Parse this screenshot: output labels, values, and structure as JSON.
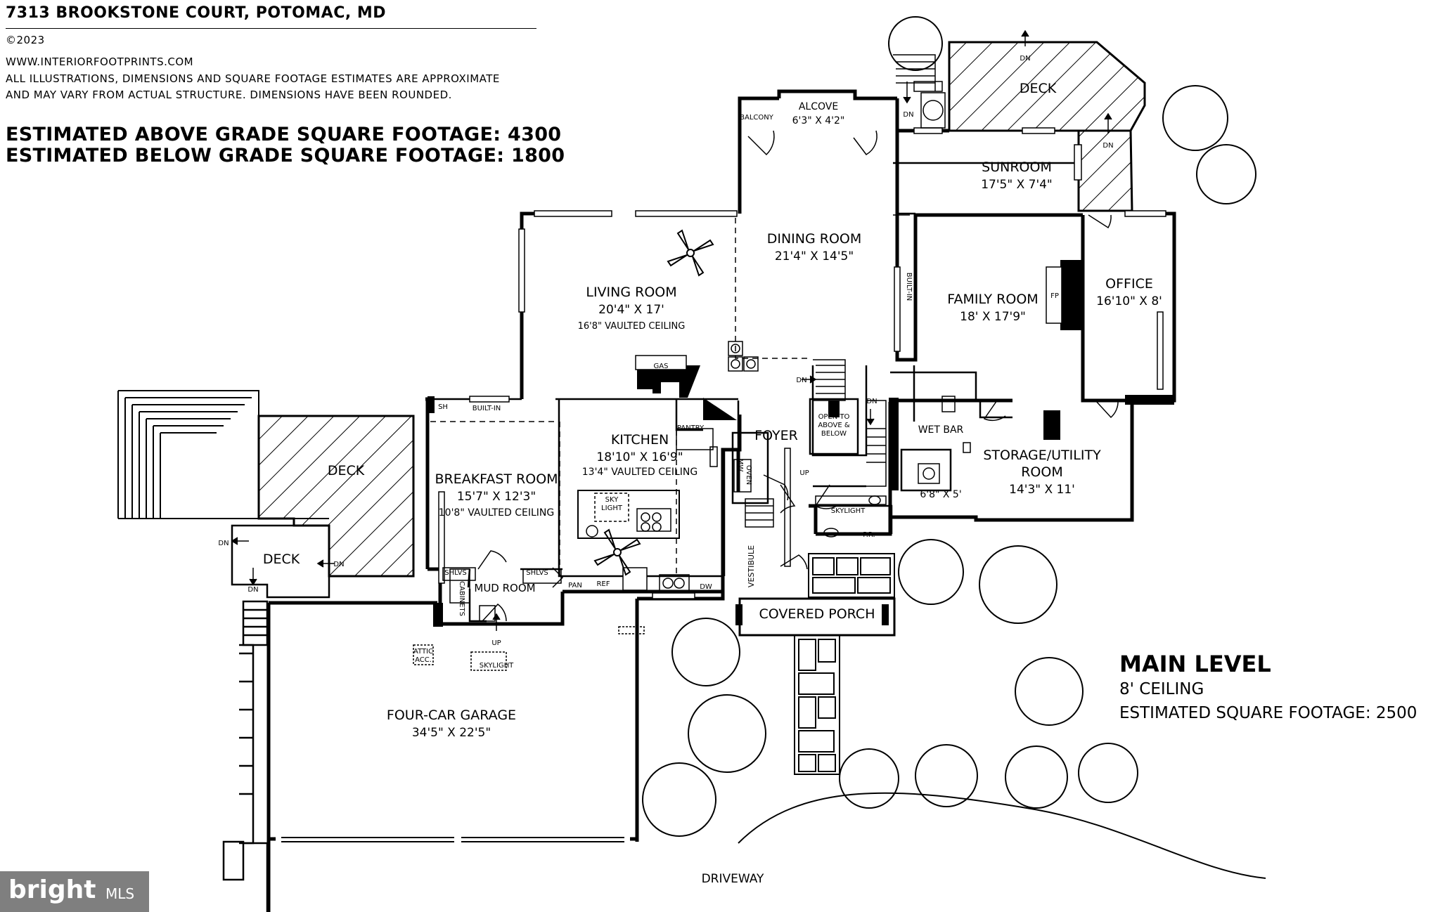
{
  "header": {
    "address": "7313 BROOKSTONE COURT, POTOMAC, MD",
    "copyright": "©2023",
    "website": "WWW.INTERIORFOOTPRINTS.COM",
    "disclaimer_1": "ALL ILLUSTRATIONS, DIMENSIONS AND SQUARE FOOTAGE ESTIMATES ARE APPROXIMATE",
    "disclaimer_2": "AND MAY VARY FROM ACTUAL STRUCTURE. DIMENSIONS HAVE BEEN ROUNDED.",
    "above_grade": "ESTIMATED ABOVE GRADE SQUARE FOOTAGE: 4300",
    "below_grade": "ESTIMATED BELOW GRADE SQUARE FOOTAGE: 1800"
  },
  "level": {
    "title": "MAIN LEVEL",
    "ceiling": "8' CEILING",
    "sqft": "ESTIMATED SQUARE FOOTAGE: 2500"
  },
  "rooms": {
    "deck_top": "DECK",
    "balcony": "BALCONY",
    "alcove": "ALCOVE",
    "alcove_dim": "6'3\" X 4'2\"",
    "sunroom": "SUNROOM",
    "sunroom_dim": "17'5\" X 7'4\"",
    "dining": "DINING ROOM",
    "dining_dim": "21'4\" X 14'5\"",
    "living": "LIVING ROOM",
    "living_dim": "20'4\" X 17'",
    "living_ceiling": "16'8\" VAULTED CEILING",
    "family": "FAMILY ROOM",
    "family_dim": "18' X 17'9\"",
    "office": "OFFICE",
    "office_dim": "16'10\" X 8'",
    "kitchen": "KITCHEN",
    "kitchen_dim": "18'10\" X 16'9\"",
    "kitchen_ceiling": "13'4\" VAULTED CEILING",
    "breakfast": "BREAKFAST ROOM",
    "breakfast_dim": "15'7\" X 12'3\"",
    "breakfast_ceiling": "10'8\" VAULTED CEILING",
    "foyer": "FOYER",
    "wet_bar": "WET BAR",
    "storage": "STORAGE/UTILITY",
    "storage_2": "ROOM",
    "storage_dim": "14'3\" X 11'",
    "bath_dim": "6'8\" X 5'",
    "deck_left": "DECK",
    "deck_small": "DECK",
    "mud_room": "MUD ROOM",
    "covered_porch": "COVERED PORCH",
    "garage": "FOUR-CAR GARAGE",
    "garage_dim": "34'5\" X 22'5\"",
    "driveway": "DRIVEWAY"
  },
  "fixtures": {
    "dn": "DN",
    "up": "UP",
    "built_in": "BUILT-IN",
    "sh": "SH",
    "gas_fp_1": "GAS",
    "gas_fp_2": "FP",
    "pantry": "PANTRY",
    "fp": "FP",
    "sky": "SKY",
    "light": "LIGHT",
    "skylight": "SKYLIGHT",
    "mw": "MW",
    "oven": "OVEN",
    "pan": "PAN",
    "ref": "REF",
    "dw": "DW",
    "shlvs": "SHLVS",
    "cabinets": "CABINETS",
    "vestibule": "VESTIBULE",
    "attic": "ATTIC",
    "acc": "ACC.",
    "pr": "P.R.",
    "open_1": "OPEN TO",
    "open_2": "ABOVE &",
    "open_3": "BELOW"
  },
  "watermark": {
    "brand": "bright",
    "suffix": "MLS"
  }
}
